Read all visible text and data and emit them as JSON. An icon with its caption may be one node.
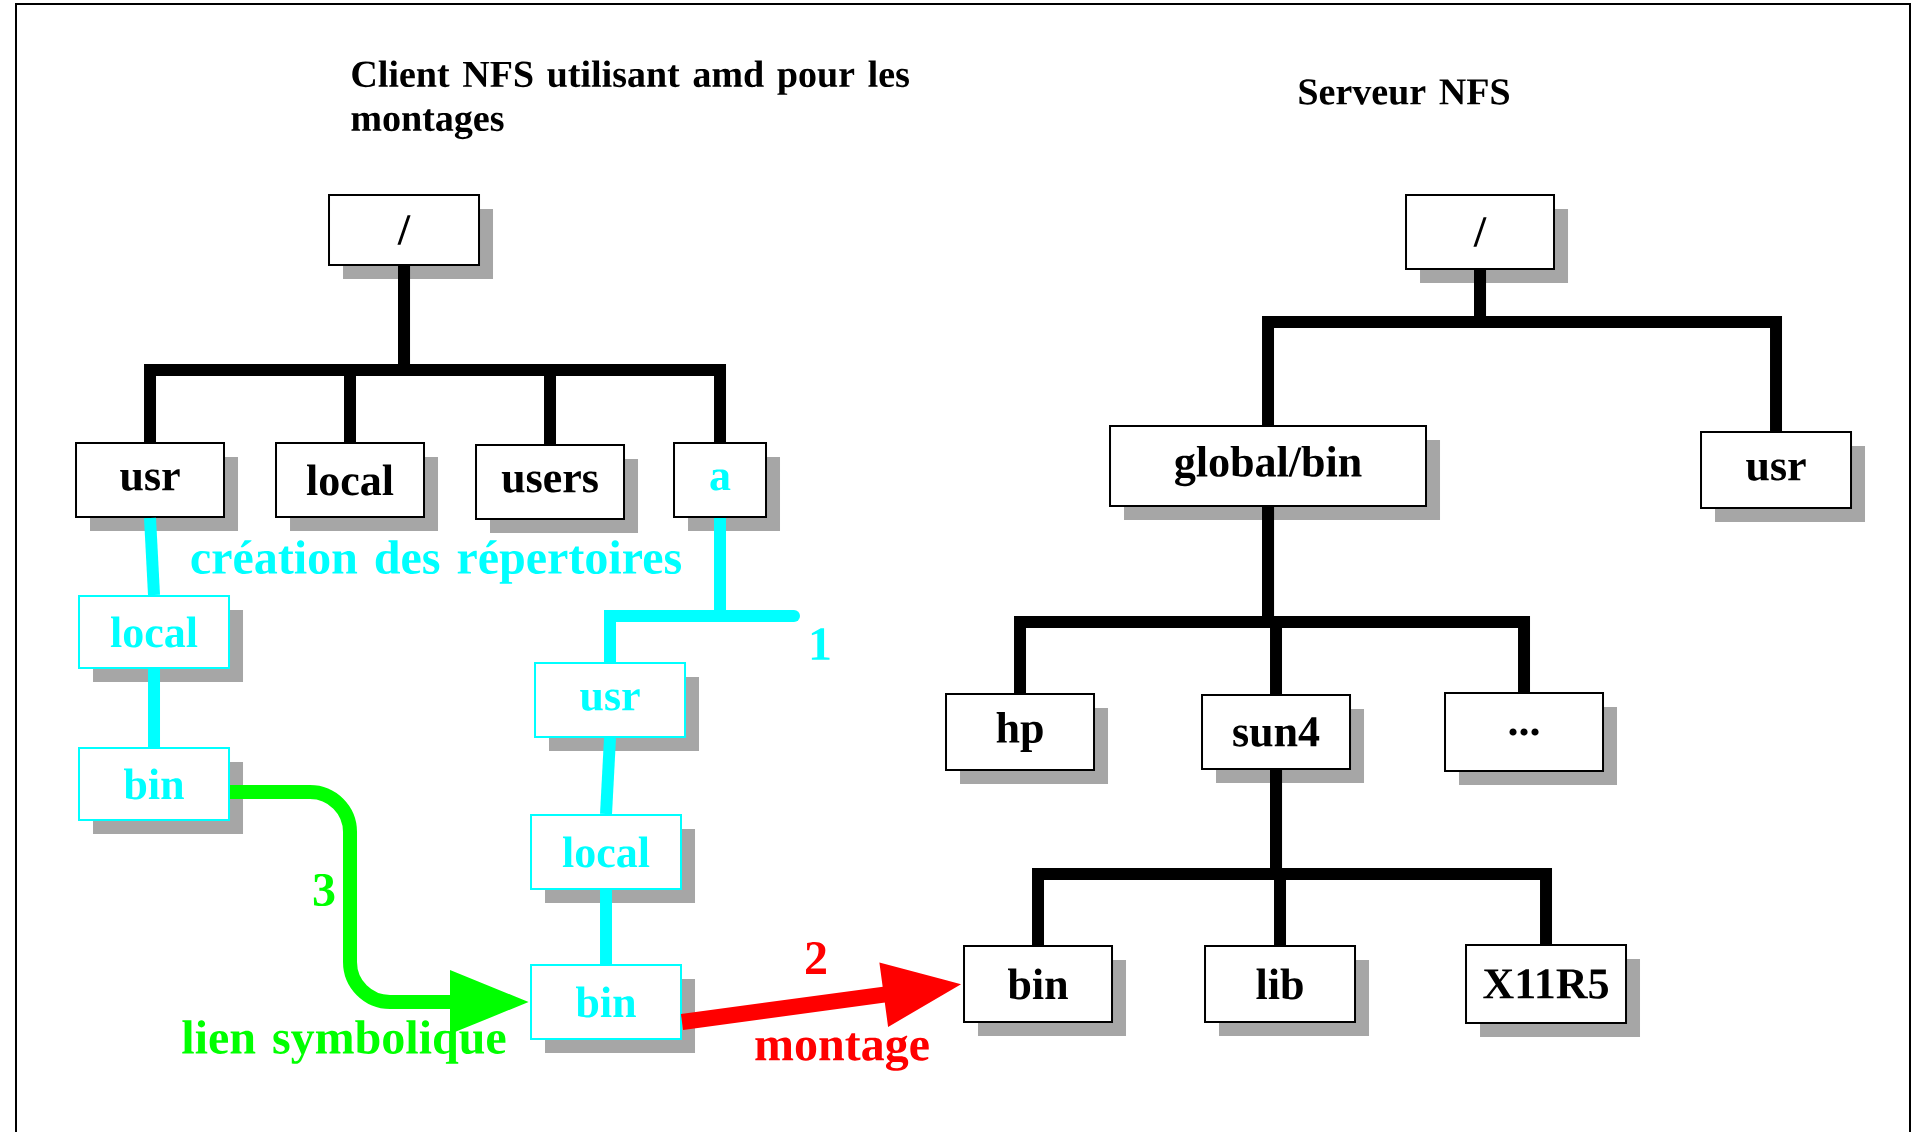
{
  "diagram": {
    "nodes": [
      {
        "text": [
          "/"
        ]
      },
      {
        "text": [
          "usr"
        ]
      },
      {
        "text": [
          "local"
        ]
      },
      {
        "text": [
          "users"
        ]
      },
      {
        "text": [
          "a"
        ]
      },
      {
        "text": [
          "local"
        ]
      },
      {
        "text": [
          "bin"
        ]
      },
      {
        "text": [
          "usr"
        ]
      },
      {
        "text": [
          "local"
        ]
      },
      {
        "text": [
          "bin"
        ]
      },
      {
        "text": [
          "/"
        ]
      },
      {
        "text": [
          "global/bin"
        ]
      },
      {
        "text": [
          "usr"
        ]
      },
      {
        "text": [
          "hp"
        ]
      },
      {
        "text": [
          "sun4"
        ]
      },
      {
        "text": [
          "..."
        ]
      },
      {
        "text": [
          "bin"
        ]
      },
      {
        "text": [
          "lib"
        ]
      },
      {
        "text": [
          "X11R5"
        ]
      }
    ],
    "edges": [
      {
        "from": 0,
        "to": 1,
        "arrow": "none"
      },
      {
        "from": 0,
        "to": 2,
        "arrow": "none"
      },
      {
        "from": 0,
        "to": 3,
        "arrow": "none"
      },
      {
        "from": 0,
        "to": 4,
        "arrow": "none"
      },
      {
        "from": 1,
        "to": 5,
        "arrow": "none",
        "color": "#00ffff"
      },
      {
        "from": 5,
        "to": 6,
        "arrow": "none",
        "color": "#00ffff"
      },
      {
        "from": 4,
        "to": 7,
        "arrow": "none",
        "color": "#00ffff",
        "label": "1"
      },
      {
        "from": 7,
        "to": 8,
        "arrow": "none",
        "color": "#00ffff"
      },
      {
        "from": 8,
        "to": 9,
        "arrow": "none",
        "color": "#00ffff"
      },
      {
        "from": 6,
        "to": 9,
        "arrow": "to",
        "color": "#00ff00",
        "label": "3"
      },
      {
        "from": 9,
        "to": 16,
        "arrow": "to",
        "color": "#ff0000",
        "label": "2"
      },
      {
        "from": 10,
        "to": 11,
        "arrow": "none"
      },
      {
        "from": 10,
        "to": 12,
        "arrow": "none"
      },
      {
        "from": 11,
        "to": 13,
        "arrow": "none"
      },
      {
        "from": 11,
        "to": 14,
        "arrow": "none"
      },
      {
        "from": 11,
        "to": 15,
        "arrow": "none"
      },
      {
        "from": 14,
        "to": 16,
        "arrow": "none"
      },
      {
        "from": 14,
        "to": 17,
        "arrow": "none"
      },
      {
        "from": 14,
        "to": 18,
        "arrow": "none"
      }
    ],
    "labels": [
      "Client NFS utilisant amd pour les montages",
      "Serveur NFS",
      "création des répertoires",
      "lien symbolique",
      "montage"
    ]
  }
}
